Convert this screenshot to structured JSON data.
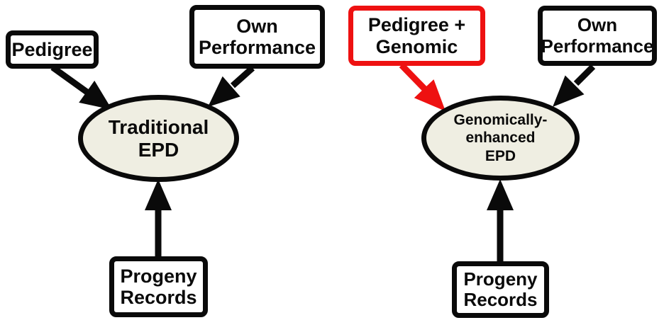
{
  "diagram": {
    "title": "EPD information sources diagram",
    "colors": {
      "node_border_black": "#0a0a0a",
      "highlight_red": "#ee1111",
      "ellipse_fill": "#efeee2",
      "background": "#ffffff"
    },
    "left_panel": {
      "pedigree_label": "Pedigree",
      "own_performance_label": "Own\nPerformance",
      "epd_label": "Traditional\nEPD",
      "progeny_label": "Progeny\nRecords"
    },
    "right_panel": {
      "pedigree_genomic_label": "Pedigree +\nGenomic",
      "own_performance_label": "Own\nPerformance",
      "epd_label": "Genomically-\nenhanced\nEPD",
      "progeny_label": "Progeny\nRecords"
    },
    "arrows": [
      {
        "name": "pedigree-to-traditional-epd",
        "color": "black"
      },
      {
        "name": "own-performance-to-traditional-epd",
        "color": "black"
      },
      {
        "name": "progeny-records-to-traditional-epd",
        "color": "black"
      },
      {
        "name": "pedigree-genomic-to-genomic-epd",
        "color": "red"
      },
      {
        "name": "own-performance-to-genomic-epd",
        "color": "black"
      },
      {
        "name": "progeny-records-to-genomic-epd",
        "color": "black"
      }
    ]
  }
}
